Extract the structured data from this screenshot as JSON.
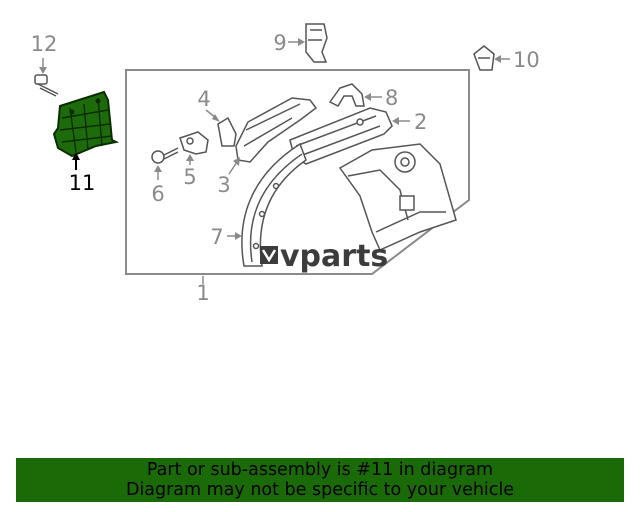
{
  "callouts": {
    "c1": "1",
    "c2": "2",
    "c3": "3",
    "c4": "4",
    "c5": "5",
    "c6": "6",
    "c7": "7",
    "c8": "8",
    "c9": "9",
    "c10": "10",
    "c11": "11",
    "c12": "12"
  },
  "watermark": "vparts",
  "banner": {
    "line1": "Part or sub-assembly is #11 in diagram",
    "line2": "Diagram may not be specific to your vehicle"
  },
  "colors": {
    "highlight": "#1e6b0b",
    "banner_bg": "#1a6a08",
    "line_gray": "#8a8a8a",
    "part_stroke": "#555555"
  }
}
